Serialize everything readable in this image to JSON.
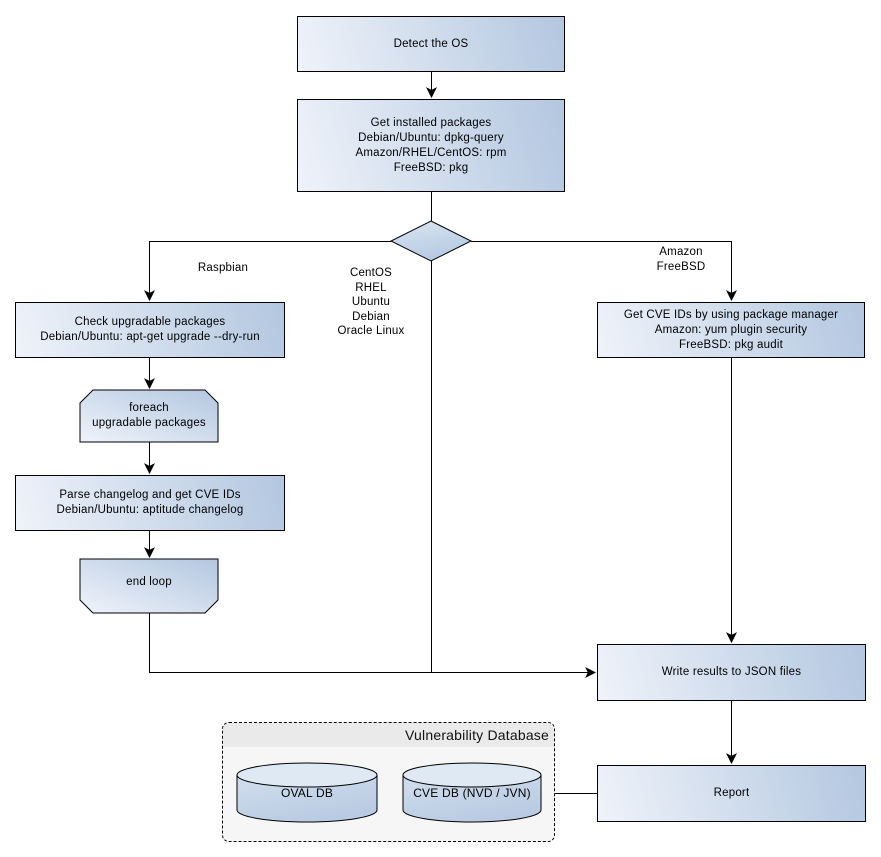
{
  "colors": {
    "node_gradient_light": "#eff3fa",
    "node_gradient_dark": "#b3c7e0",
    "node_border": "#000000",
    "connector": "#000000",
    "container_fill": "#f6f6f6",
    "container_band_fill": "#eaeaea",
    "cylinder_top_fill": "#dfe9f4"
  },
  "nodes": {
    "detect_os": {
      "label": "Detect the OS"
    },
    "get_installed_packages": {
      "label": "Get installed packages\nDebian/Ubuntu: dpkg-query\nAmazon/RHEL/CentOS: rpm\nFreeBSD: pkg"
    },
    "check_upgradable": {
      "label": "Check upgradable packages\nDebian/Ubuntu: apt-get upgrade --dry-run"
    },
    "foreach_loop": {
      "label": "foreach\nupgradable packages"
    },
    "parse_changelog": {
      "label": "Parse changelog and get CVE IDs\nDebian/Ubuntu: aptitude changelog"
    },
    "end_loop": {
      "label": "end loop"
    },
    "get_cve_ids": {
      "label": "Get CVE IDs by using package manager\nAmazon: yum plugin security\nFreeBSD: pkg audit"
    },
    "write_results": {
      "label": "Write results to JSON files"
    },
    "report": {
      "label": "Report"
    }
  },
  "branch_labels": {
    "left": "Raspbian",
    "middle": "CentOS\nRHEL\nUbuntu\nDebian\nOracle Linux",
    "right": "Amazon\nFreeBSD"
  },
  "database": {
    "title": "Vulnerability Database",
    "cylinders": [
      {
        "label": "OVAL DB"
      },
      {
        "label": "CVE DB (NVD / JVN)"
      }
    ]
  }
}
